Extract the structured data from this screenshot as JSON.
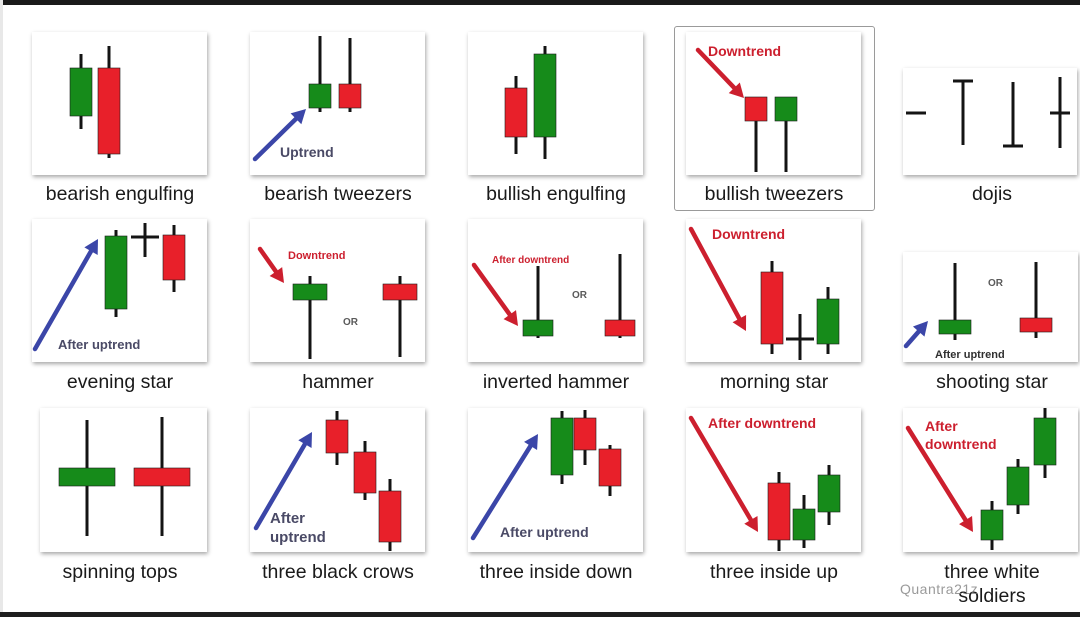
{
  "colors": {
    "bull": "#168b1a",
    "bear": "#e8202a",
    "wick": "#141414",
    "up_arrow": "#3b46a8",
    "down_arrow": "#cc1f2e"
  },
  "patterns": [
    {
      "id": "bearish-engulfing",
      "label": "bearish engulfing",
      "annotations": [],
      "alt": ""
    },
    {
      "id": "bearish-tweezers",
      "label": "bearish tweezers",
      "annotations": [
        "Uptrend"
      ],
      "alt": ""
    },
    {
      "id": "bullish-engulfing",
      "label": "bullish engulfing",
      "annotations": [],
      "alt": ""
    },
    {
      "id": "bullish-tweezers",
      "label": "bullish tweezers",
      "annotations": [
        "Downtrend"
      ],
      "alt": ""
    },
    {
      "id": "dojis",
      "label": "dojis",
      "annotations": [],
      "alt": ""
    },
    {
      "id": "evening-star",
      "label": "evening star",
      "annotations": [
        "After uptrend"
      ],
      "alt": ""
    },
    {
      "id": "hammer",
      "label": "hammer",
      "annotations": [
        "Downtrend"
      ],
      "alt": "OR"
    },
    {
      "id": "inverted-hammer",
      "label": "inverted hammer",
      "annotations": [
        "After downtrend"
      ],
      "alt": "OR"
    },
    {
      "id": "morning-star",
      "label": "morning star",
      "annotations": [
        "Downtrend"
      ],
      "alt": ""
    },
    {
      "id": "shooting-star",
      "label": "shooting star",
      "annotations": [
        "After uptrend"
      ],
      "alt": "OR"
    },
    {
      "id": "spinning-tops",
      "label": "spinning tops",
      "annotations": [],
      "alt": ""
    },
    {
      "id": "three-black-crows",
      "label": "three black crows",
      "annotations": [
        "After",
        "uptrend"
      ],
      "alt": ""
    },
    {
      "id": "three-inside-down",
      "label": "three inside down",
      "annotations": [
        "After uptrend"
      ],
      "alt": ""
    },
    {
      "id": "three-inside-up",
      "label": "three inside up",
      "annotations": [
        "After downtrend"
      ],
      "alt": ""
    },
    {
      "id": "three-white-soldiers",
      "label": "three white soldiers",
      "annotations": [
        "After",
        "downtrend"
      ],
      "alt": ""
    }
  ],
  "watermark": "Quantra21z"
}
